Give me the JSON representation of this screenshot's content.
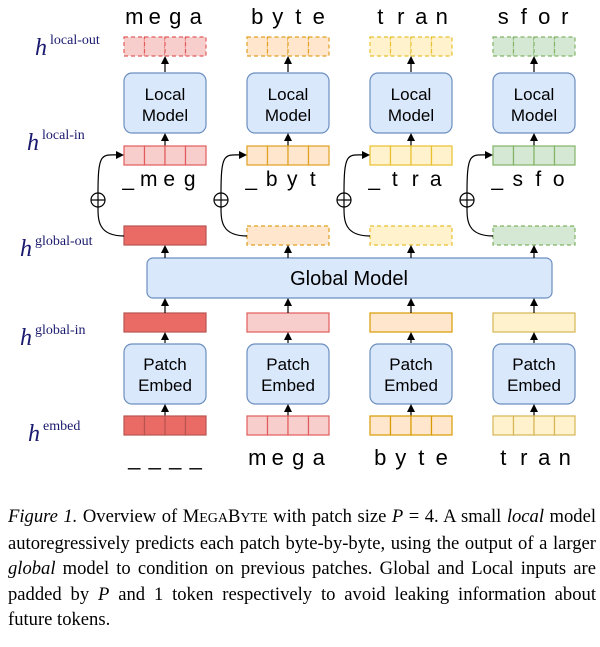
{
  "labels": {
    "h": "h",
    "local_out_sup": "local-out",
    "local_in_sup": "local-in",
    "global_out_sup": "global-out",
    "global_in_sup": "global-in",
    "embed_sup": "embed"
  },
  "columns": [
    {
      "output_letters": [
        "m",
        "e",
        "g",
        "a"
      ],
      "local_model": [
        "Local",
        "Model"
      ],
      "local_input_letters": [
        "_",
        "m",
        "e",
        "g"
      ],
      "patch_embed": [
        "Patch",
        "Embed"
      ],
      "input_letters": [
        "_",
        "_",
        "_",
        "_"
      ],
      "colors": {
        "fill": "#f8cecc",
        "stroke": "#e05c5c",
        "embed_fill": "#ea6b66",
        "embed_stroke": "#b85450"
      }
    },
    {
      "output_letters": [
        "b",
        "y",
        "t",
        "e"
      ],
      "local_model": [
        "Local",
        "Model"
      ],
      "local_input_letters": [
        "_",
        "b",
        "y",
        "t"
      ],
      "patch_embed": [
        "Patch",
        "Embed"
      ],
      "input_letters": [
        "m",
        "e",
        "g",
        "a"
      ],
      "colors": {
        "fill": "#ffe6cc",
        "stroke": "#e0a020",
        "embed_fill": "#f8cecc",
        "embed_stroke": "#e05c5c"
      }
    },
    {
      "output_letters": [
        "t",
        "r",
        "a",
        "n"
      ],
      "local_model": [
        "Local",
        "Model"
      ],
      "local_input_letters": [
        "_",
        "t",
        "r",
        "a"
      ],
      "patch_embed": [
        "Patch",
        "Embed"
      ],
      "input_letters": [
        "b",
        "y",
        "t",
        "e"
      ],
      "colors": {
        "fill": "#fff2cc",
        "stroke": "#e8c030",
        "embed_fill": "#ffe6cc",
        "embed_stroke": "#d79b00"
      }
    },
    {
      "output_letters": [
        "s",
        "f",
        "o",
        "r"
      ],
      "local_model": [
        "Local",
        "Model"
      ],
      "local_input_letters": [
        "_",
        "s",
        "f",
        "o"
      ],
      "patch_embed": [
        "Patch",
        "Embed"
      ],
      "input_letters": [
        "t",
        "r",
        "a",
        "n"
      ],
      "colors": {
        "fill": "#d5e8d4",
        "stroke": "#82b366",
        "embed_fill": "#fff2cc",
        "embed_stroke": "#d6b656"
      }
    }
  ],
  "global_model": "Global Model",
  "colors": {
    "model_fill": "#dae8fc",
    "model_stroke": "#6c8ebf",
    "arrow": "#000000",
    "label_color": "#1a1a6e"
  },
  "caption": {
    "fig_label": "Figure 1.",
    "part1": " Overview of ",
    "name_M": "M",
    "name_EGA": "EGA",
    "name_B": "B",
    "name_YTE": "YTE",
    "part2": " with patch size ",
    "P": "P",
    "part3": " = 4. A small ",
    "local": "local",
    "part4": " model autoregressively predicts each patch byte-by-byte, using the output of a larger ",
    "global": "global",
    "part5": " model to condition on previous patches. Global and Local inputs are padded by ",
    "P2": "P",
    "part6": " and 1 token respectively to avoid leaking information about future tokens."
  }
}
